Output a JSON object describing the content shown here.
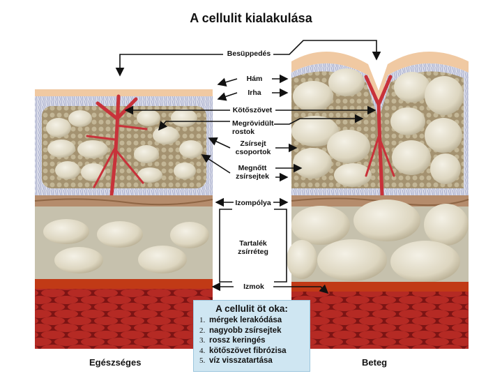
{
  "title": "A cellulit kialakulása",
  "labels": {
    "dimpling": "Besüppedés",
    "epidermis": "Hám",
    "dermis": "Irha",
    "connective_tissue": "Kötőszövet",
    "shortened_fibers_1": "Megrövidült",
    "shortened_fibers_2": "rostok",
    "fat_cell_groups_1": "Zsírsejt",
    "fat_cell_groups_2": "csoportok",
    "enlarged_fat_cells_1": "Megnőtt",
    "enlarged_fat_cells_2": "zsírsejtek",
    "muscle_fascia": "Izompólya",
    "reserve_fat_1": "Tartalék",
    "reserve_fat_2": "zsírréteg",
    "muscles": "Izmok"
  },
  "causes": {
    "heading": "A cellulit öt oka:",
    "items": [
      {
        "num": "1.",
        "text": "mérgek lerakódása"
      },
      {
        "num": "2.",
        "text": "nagyobb zsírsejtek"
      },
      {
        "num": "3.",
        "text": "rossz keringés"
      },
      {
        "num": "4.",
        "text": "kötőszövet fibrózisa"
      },
      {
        "num": "5.",
        "text": "víz visszatartása"
      }
    ]
  },
  "panels": {
    "healthy": "Egészséges",
    "affected": "Beteg"
  },
  "colors": {
    "skin": "#f0c9a2",
    "dermis": "#d7d8e6",
    "fat_cell": "#e4dfcd",
    "fat_bg": "#9b8c68",
    "fascia": "#b58c6c",
    "reserve_bg": "#c6c1ad",
    "muscle": "#b0201c",
    "fibers": "#c8323a",
    "causes_box": "#cfe6f2"
  }
}
